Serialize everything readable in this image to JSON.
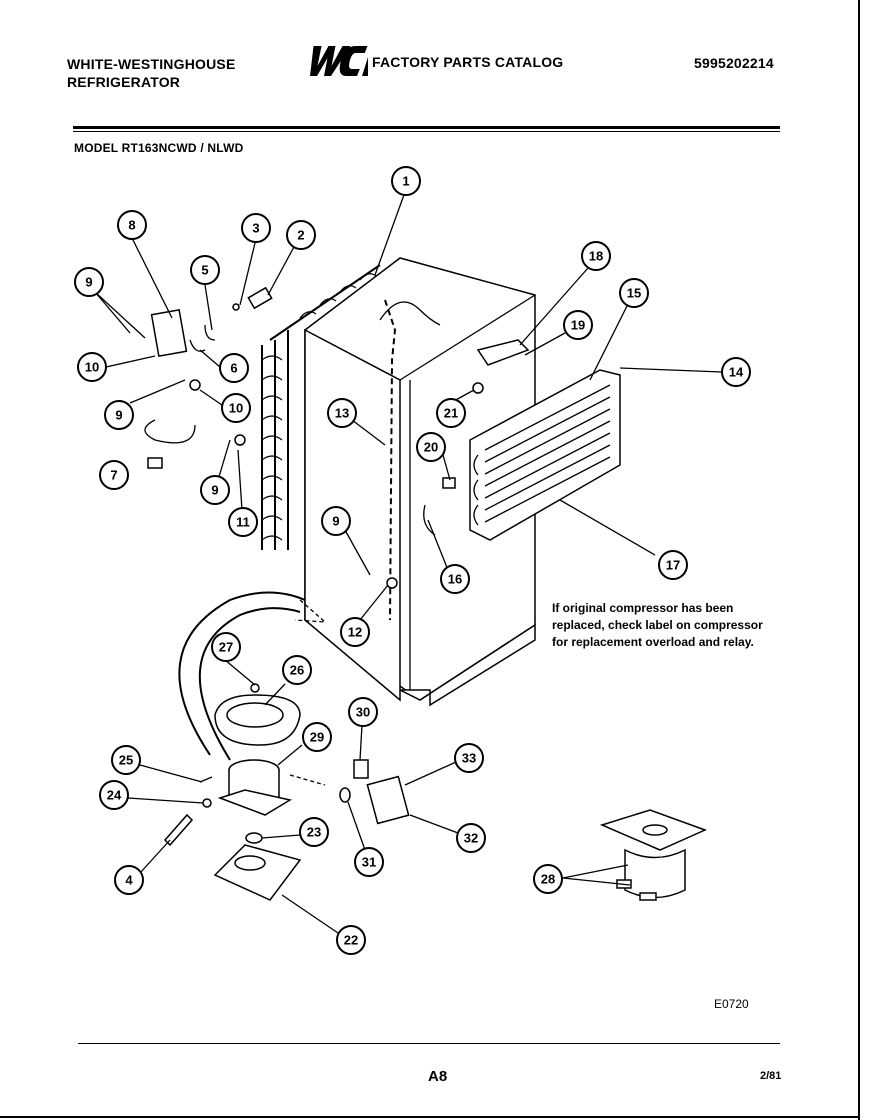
{
  "header": {
    "brand_line1": "WHITE-WESTINGHOUSE",
    "brand_line2": "REFRIGERATOR",
    "logo_text": "WCI",
    "catalog_title": "FACTORY PARTS CATALOG",
    "catalog_number": "5995202214"
  },
  "model": "MODEL RT163NCWD / NLWD",
  "note": [
    "If original compressor has been",
    "replaced, check label on compressor",
    "for replacement overload and relay."
  ],
  "diagram_code": "E0720",
  "footer": {
    "page": "A8",
    "date": "2/81"
  },
  "callouts": [
    "1",
    "2",
    "3",
    "4",
    "5",
    "6",
    "7",
    "8",
    "9",
    "9",
    "9",
    "9",
    "10",
    "10",
    "11",
    "12",
    "13",
    "14",
    "15",
    "16",
    "17",
    "18",
    "19",
    "20",
    "21",
    "22",
    "23",
    "24",
    "25",
    "26",
    "27",
    "28",
    "29",
    "30",
    "31",
    "32",
    "33"
  ]
}
